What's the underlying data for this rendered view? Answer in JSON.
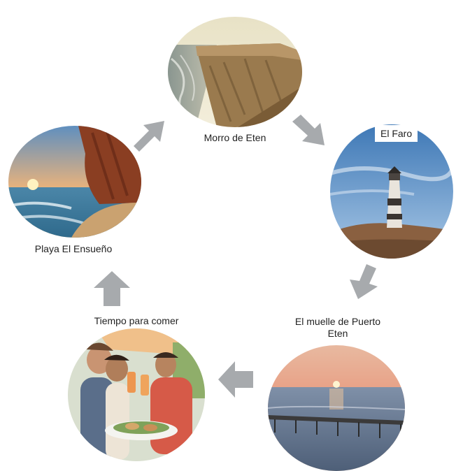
{
  "diagram": {
    "stops": [
      {
        "id": "morro",
        "label": "Morro de Eten"
      },
      {
        "id": "faro",
        "label": "El Faro"
      },
      {
        "id": "muelle",
        "label_line1": "El muelle de Puerto",
        "label_line2": "Eten"
      },
      {
        "id": "comer",
        "label": "Tiempo para comer"
      },
      {
        "id": "playa",
        "label": "Playa El Ensueño"
      }
    ],
    "arrow_color": "#a7aaad"
  }
}
